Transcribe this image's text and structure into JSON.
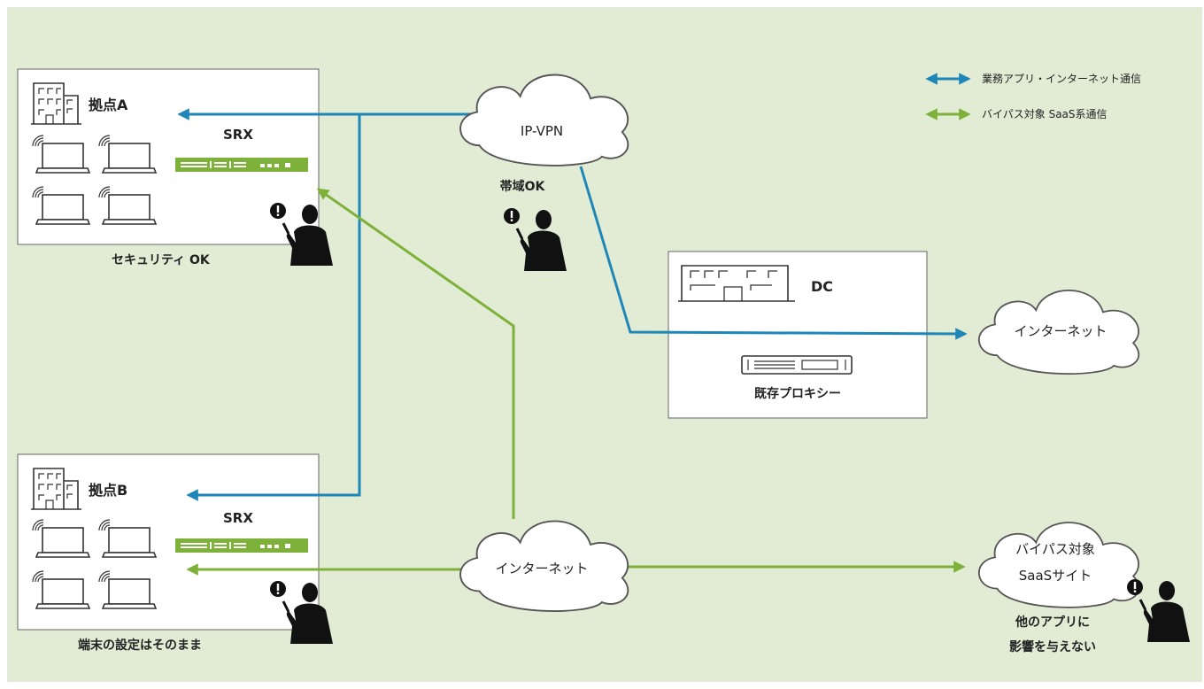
{
  "legend": {
    "items": [
      {
        "label": "業務アプリ・インターネット通信",
        "color": "#1f86b8"
      },
      {
        "label": "バイパス対象 SaaS系通信",
        "color": "#7db13a"
      }
    ]
  },
  "site_a": {
    "title": "拠点A",
    "device": "SRX",
    "caption": "セキュリティ OK"
  },
  "site_b": {
    "title": "拠点B",
    "device": "SRX",
    "caption": "端末の設定はそのまま"
  },
  "ipvpn": {
    "label": "IP-VPN",
    "caption": "帯域OK"
  },
  "dc": {
    "title": "DC",
    "proxy_label": "既存プロキシー"
  },
  "internet_right": {
    "label": "インターネット"
  },
  "internet_bottom": {
    "label": "インターネット"
  },
  "saas": {
    "line1": "バイパス対象",
    "line2": "SaaSサイト",
    "caption_line1": "他のアプリに",
    "caption_line2": "影響を与えない"
  },
  "colors": {
    "blue_flow": "#1f86b8",
    "green_flow": "#7db13a",
    "background": "#e2ecd5"
  },
  "icons": [
    "building-icon",
    "laptop-wifi-icon",
    "router-icon",
    "person-alert-icon",
    "cloud-icon",
    "datacenter-icon",
    "proxy-server-icon"
  ]
}
